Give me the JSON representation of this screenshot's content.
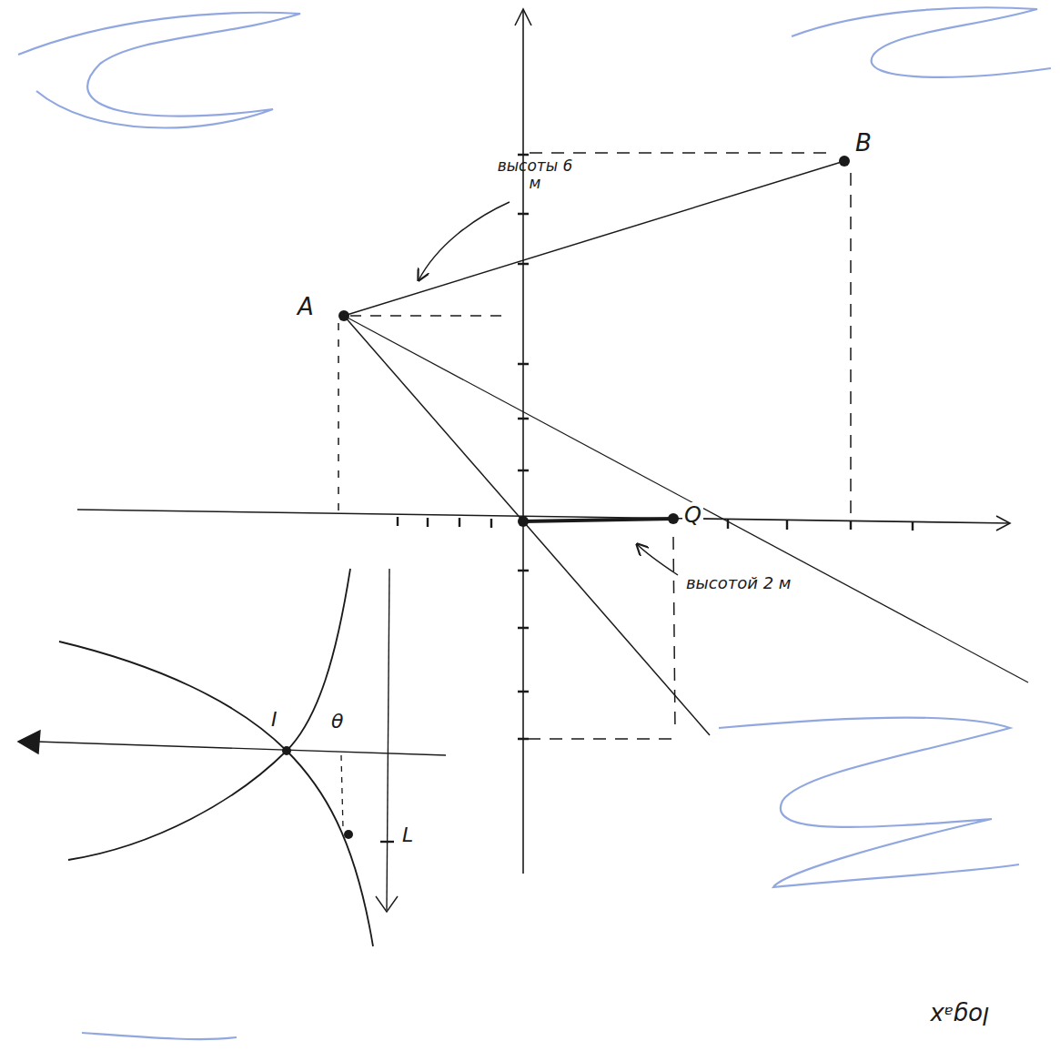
{
  "diagram": {
    "labels": [
      "A",
      "B",
      "Q",
      "высоты 6 м",
      "высотой 2 м",
      "I",
      "θ",
      "L",
      "logₐx"
    ]
  }
}
